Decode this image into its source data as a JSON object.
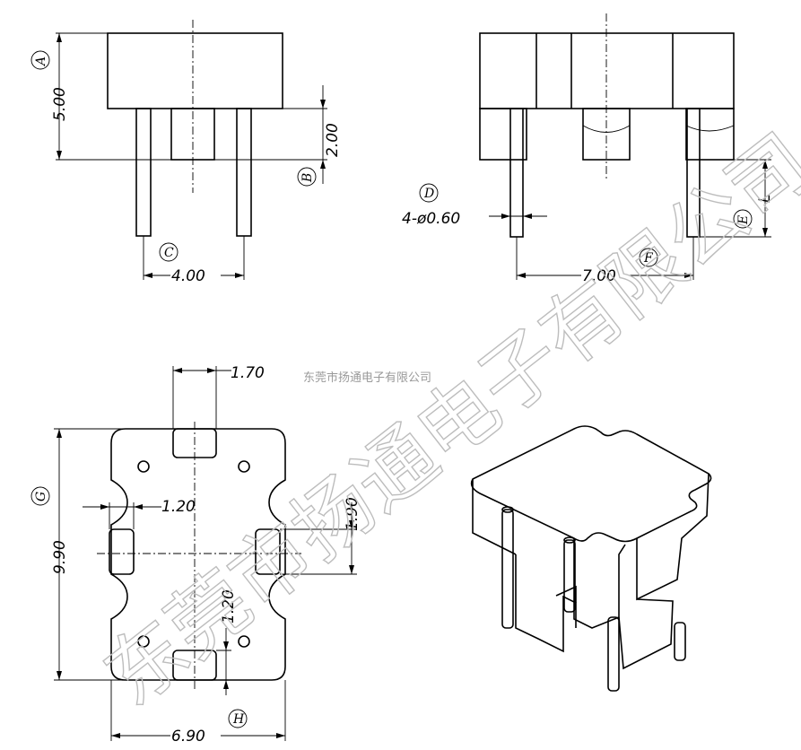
{
  "dimensions": {
    "height_a": "5.00",
    "pin_length_b": "2.00",
    "pin_pitch_c": "4.00",
    "pin_diameter_d": "4-ø0.60",
    "pin_span_f": "7.00",
    "notch_top": "1.70",
    "notch_side_width": "1.20",
    "notch_side_height": "1.90",
    "notch_bottom": "1.20",
    "length_g": "9.90",
    "width_h": "6.90",
    "l_label": "L"
  },
  "labels": {
    "a": "A",
    "b": "B",
    "c": "C",
    "d": "D",
    "e": "E",
    "f": "F",
    "g": "G",
    "h": "H"
  },
  "watermark": {
    "large": "东莞市扬通电子有限公司",
    "small": "东莞市扬通电子有限公司"
  }
}
